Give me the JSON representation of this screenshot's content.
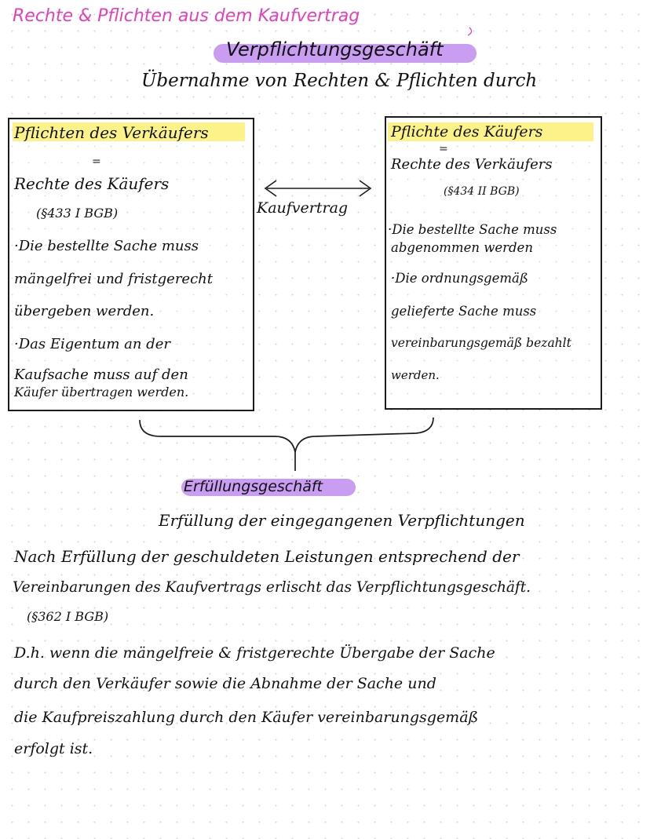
{
  "title": "Rechte & Pflichten aus dem Kaufvertrag",
  "verpflichtung": {
    "heading": "Verpflichtungsgeschäft",
    "subtitle": "Übernahme von Rechten & Pflichten durch"
  },
  "left_box": {
    "heading": "Pflichten des Verkäufers",
    "equals": "=",
    "lines": [
      "Rechte des Käufers",
      "(§433 I BGB)",
      "·Die bestellte Sache muss",
      "mängelfrei und fristgerecht",
      "übergeben werden.",
      "·Das Eigentum an der",
      "Kaufsache muss auf den",
      "Käufer übertragen werden."
    ]
  },
  "connector": {
    "label": "Kaufvertrag"
  },
  "right_box": {
    "heading": "Pflichte des Käufers",
    "equals": "=",
    "lines": [
      "Rechte des Verkäufers",
      "(§434 II BGB)",
      "·Die bestellte Sache muss",
      "abgenommen werden",
      "·Die ordnungsgemäß",
      "gelieferte Sache muss",
      "vereinbarungsgemäß bezahlt",
      "werden."
    ]
  },
  "erfuellung": {
    "heading": "Erfüllungsgeschäft",
    "subtitle": "Erfüllung der eingegangenen Verpflichtungen",
    "paragraph": [
      "Nach Erfüllung der geschuldeten Leistungen entsprechend der",
      "Vereinbarungen des Kaufvertrags erlischt das Verpflichtungsgeschäft.",
      "(§362 I BGB)"
    ],
    "explanation": [
      "D.h. wenn die mängelfreie & fristgerechte Übergabe der Sache",
      "durch den Verkäufer sowie die Abnahme der Sache und",
      "die Kaufpreiszahlung durch den Käufer vereinbarungsgemäß",
      "erfolgt ist."
    ]
  },
  "colors": {
    "title_pink": "#e43fbd",
    "pill_purple": "#c99df2",
    "highlight_yellow": "#fbf38a",
    "ink": "#111111",
    "dot_grid": "#d4d4d4"
  }
}
